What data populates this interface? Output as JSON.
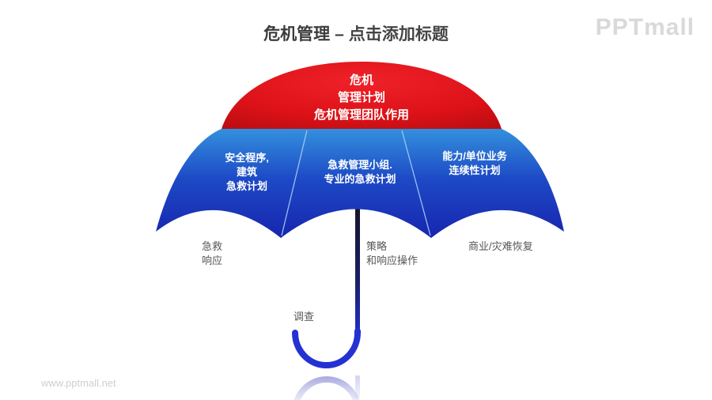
{
  "header": {
    "title_main": "危机管理",
    "title_dash": "–",
    "title_placeholder": "点击添加标题",
    "logo_text": "PPTmall"
  },
  "umbrella": {
    "top_panel": {
      "lines": [
        "危机",
        "管理计划",
        "危机管理团队作用"
      ]
    },
    "panels": [
      {
        "lines": [
          "安全程序,",
          "建筑",
          "急救计划"
        ]
      },
      {
        "lines": [
          "急救管理小组.",
          "专业的急救计划"
        ]
      },
      {
        "lines": [
          "能力/单位业务",
          "连续性计划"
        ]
      }
    ]
  },
  "callouts": [
    {
      "lines": [
        "急救",
        "响应"
      ]
    },
    {
      "lines": [
        "策略",
        "和响应操作"
      ]
    },
    {
      "lines": [
        "商业/灾难恢复"
      ]
    },
    {
      "lines": [
        "调查"
      ]
    }
  ],
  "footer": {
    "watermark": "www.pptmall.net"
  },
  "colors": {
    "dome_red_center": "#ee2228",
    "dome_red_edge": "#b80d12",
    "canopy_blue_top": "#3390dd",
    "canopy_blue_mid": "#1d4ac6",
    "canopy_blue_bottom": "#1724ae",
    "rib_line": "#a9cdf2",
    "shaft_top": "#15152a",
    "shaft_bottom": "#2330c8",
    "hook_blue": "#2531d3",
    "reflection": "#9a9ade",
    "title_text": "#3c3c3c",
    "label_gray": "#565656",
    "logo_gray": "#d9d9d9"
  }
}
